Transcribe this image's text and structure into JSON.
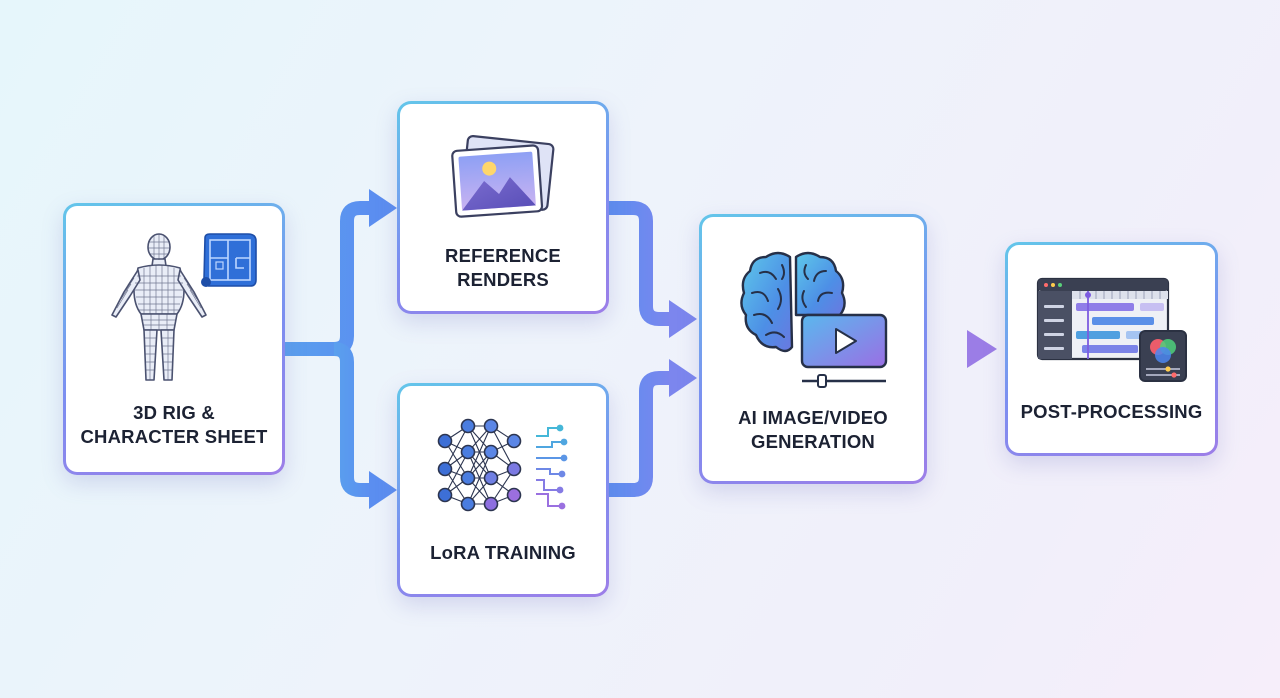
{
  "diagram": {
    "nodes": [
      {
        "id": "rig",
        "label_line1": "3D RIG &",
        "label_line2": "CHARACTER SHEET",
        "icons": [
          "wireframe-body-icon",
          "blueprint-icon"
        ]
      },
      {
        "id": "ref",
        "label_line1": "REFERENCE",
        "label_line2": "RENDERS",
        "icons": [
          "image-stack-icon"
        ]
      },
      {
        "id": "lora",
        "label_line1": "LoRA TRAINING",
        "icons": [
          "neural-network-icon"
        ]
      },
      {
        "id": "gen",
        "label_line1": "AI IMAGE/VIDEO",
        "label_line2": "GENERATION",
        "icons": [
          "brain-icon",
          "video-play-icon"
        ]
      },
      {
        "id": "post",
        "label_line1": "POST-PROCESSING",
        "icons": [
          "timeline-editor-icon",
          "color-grading-icon"
        ]
      }
    ],
    "edges": [
      {
        "from": "rig",
        "to": "ref"
      },
      {
        "from": "rig",
        "to": "lora"
      },
      {
        "from": "ref",
        "to": "gen"
      },
      {
        "from": "lora",
        "to": "gen"
      },
      {
        "from": "gen",
        "to": "post"
      }
    ],
    "colors": {
      "arrow_blue": "#5a96ee",
      "arrow_purple": "#8d7ee8",
      "card_border_start": "#63c6ea",
      "card_border_end": "#9d7ee8",
      "label_text": "#1c2233"
    }
  }
}
